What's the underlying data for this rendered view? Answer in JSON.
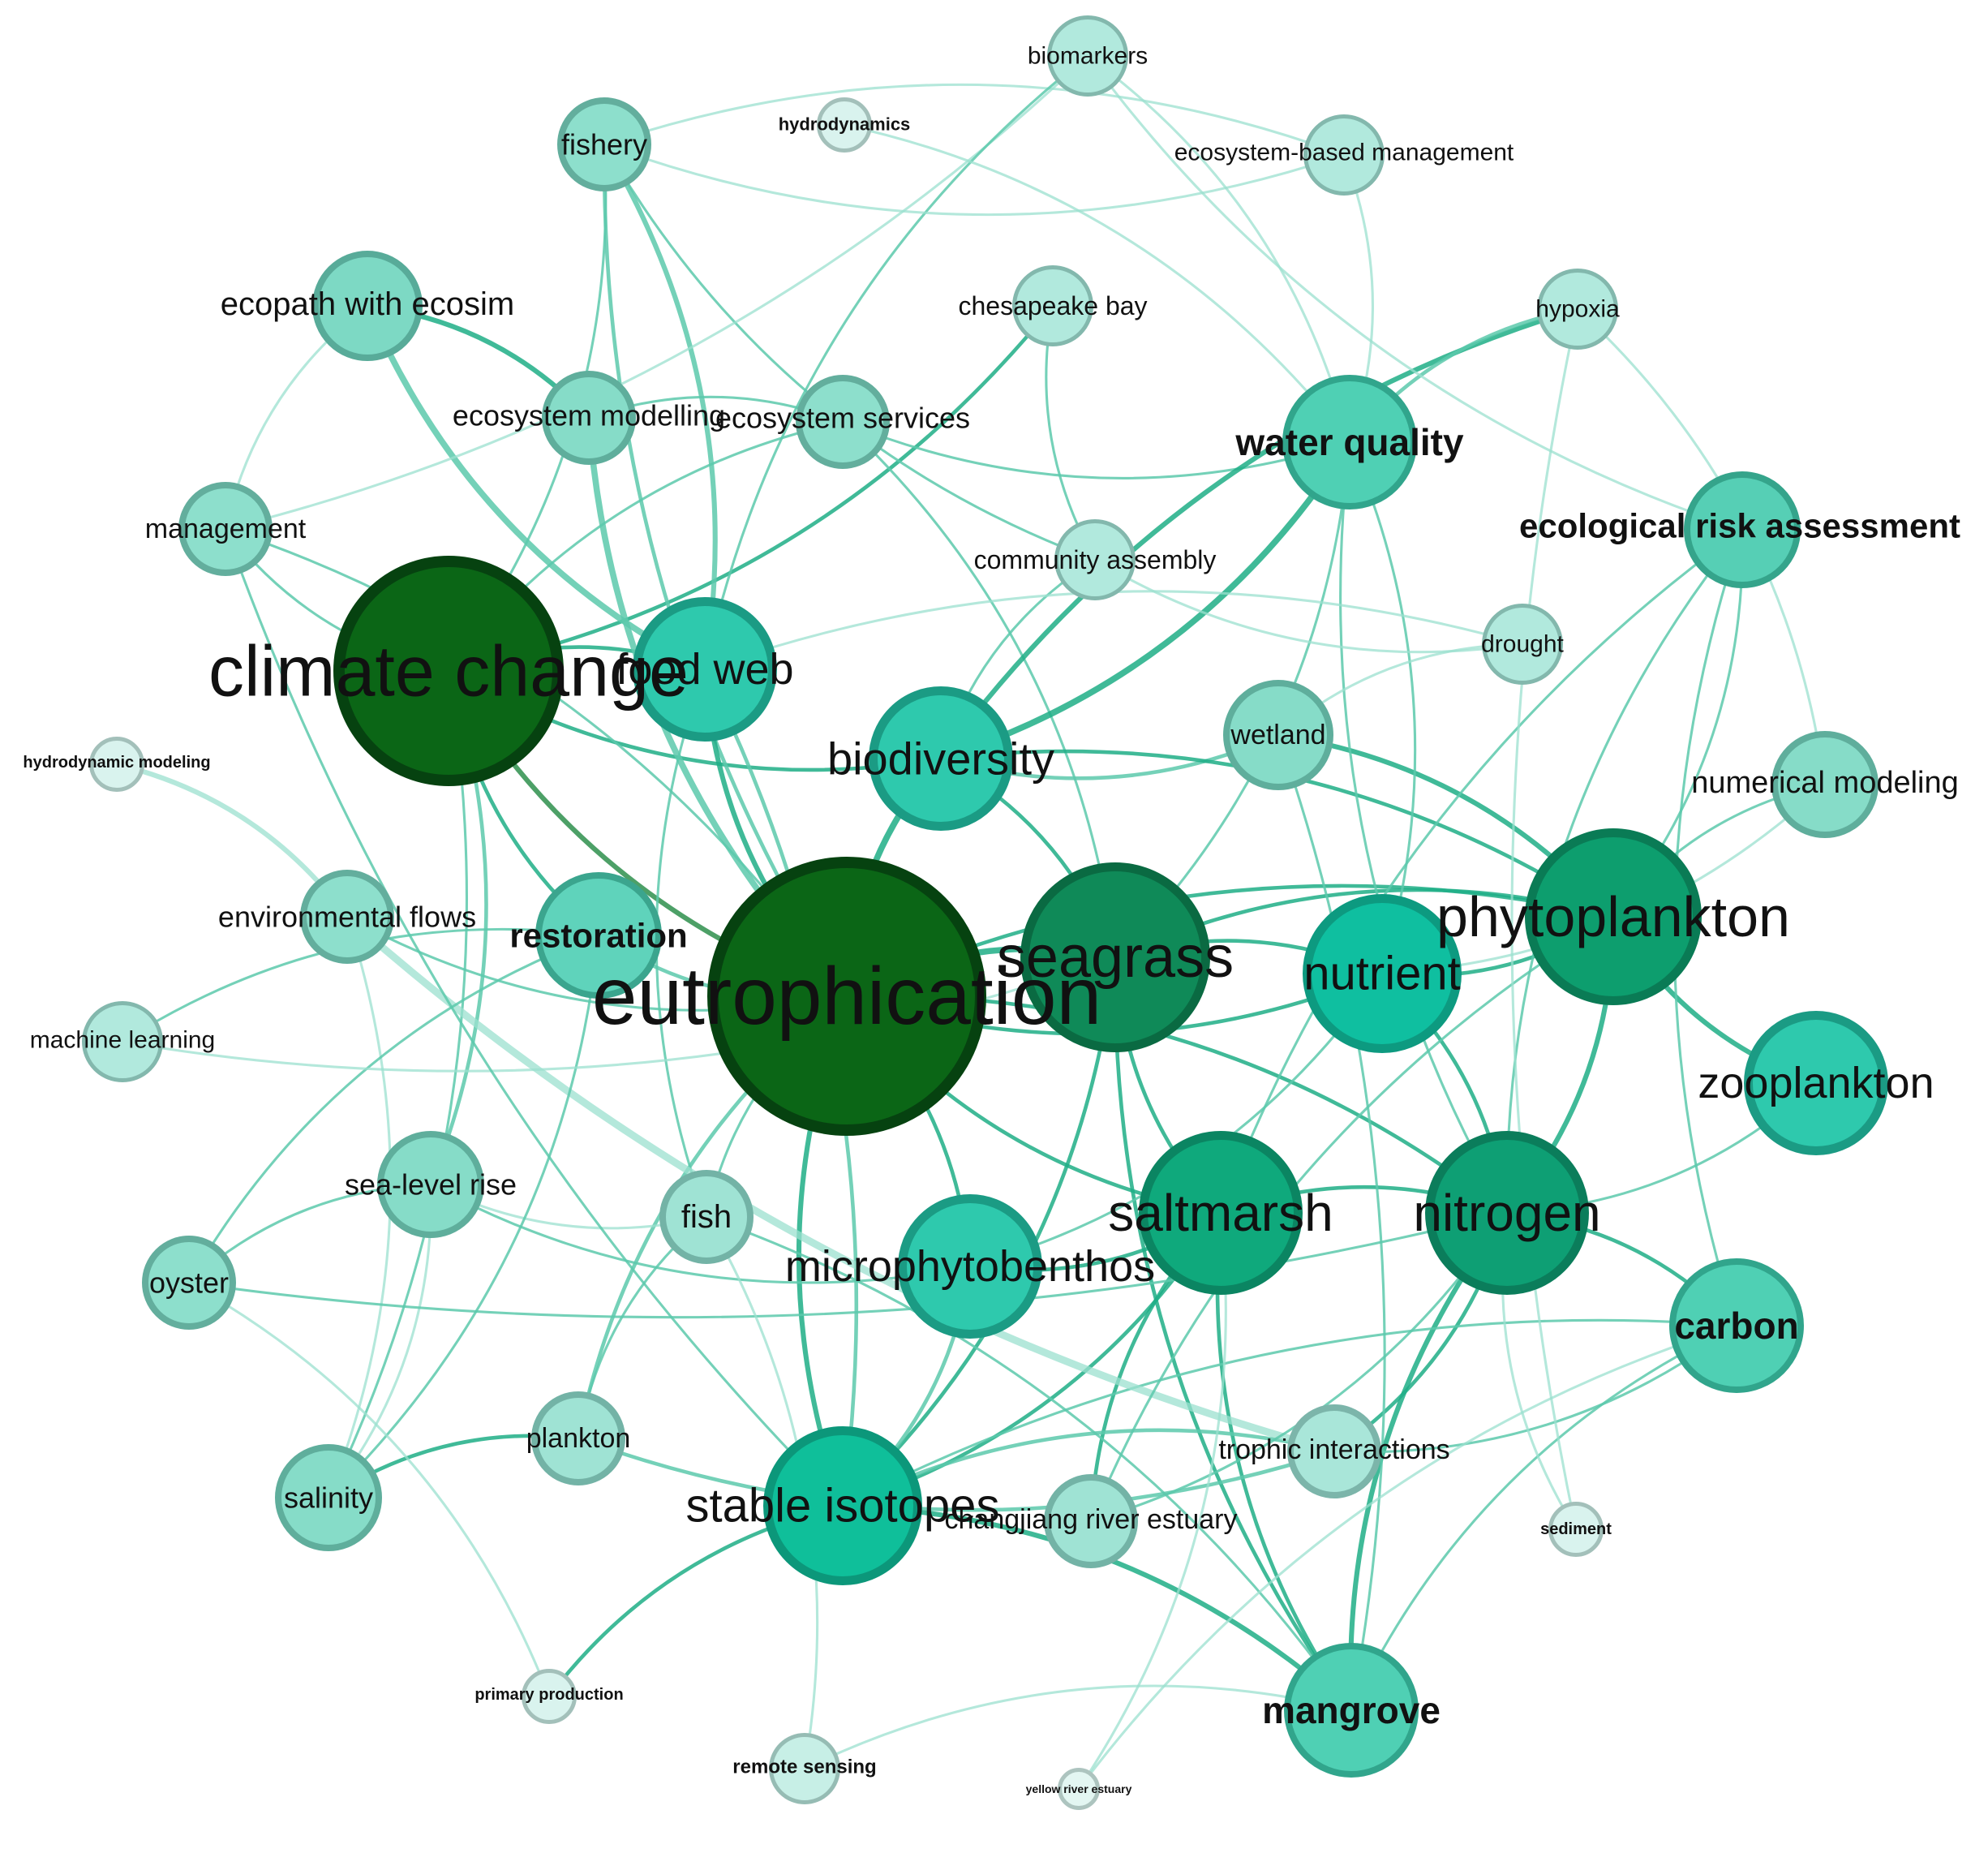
{
  "colors": {
    "edge_light": "#9be0cf",
    "edge_mid": "#5cc9ab",
    "edge_dark": "#1fae86",
    "edge_forest": "#2e8f4c"
  },
  "nodes": [
    {
      "id": "climate_change",
      "label": "climate change",
      "tier": 5,
      "fill": "#0b6616",
      "stroke": "#064210",
      "bold": false
    },
    {
      "id": "eutrophication",
      "label": "eutrophication",
      "tier": 5,
      "fill": "#0b6616",
      "stroke": "#064210",
      "bold": false
    },
    {
      "id": "seagrass",
      "label": "seagrass",
      "tier": 4,
      "fill": "#0f8a58",
      "stroke": "#0a6a42",
      "bold": false
    },
    {
      "id": "phytoplankton",
      "label": "phytoplankton",
      "tier": 4,
      "fill": "#0d9e6e",
      "stroke": "#0a7b55",
      "bold": false
    },
    {
      "id": "nitrogen",
      "label": "nitrogen",
      "tier": 4,
      "fill": "#0e9f74",
      "stroke": "#0b7d5b",
      "bold": false
    },
    {
      "id": "saltmarsh",
      "label": "saltmarsh",
      "tier": 4,
      "fill": "#0fa97c",
      "stroke": "#0b8562",
      "bold": false
    },
    {
      "id": "nutrient",
      "label": "nutrient",
      "tier": 3,
      "fill": "#0fbfa0",
      "stroke": "#0d9a80",
      "bold": false
    },
    {
      "id": "stable_isotopes",
      "label": "stable isotopes",
      "tier": 3,
      "fill": "#0fbf9a",
      "stroke": "#0c977a",
      "bold": false
    },
    {
      "id": "biodiversity",
      "label": "biodiversity",
      "tier": 3,
      "fill": "#2ec9ad",
      "stroke": "#1b9b84",
      "bold": false
    },
    {
      "id": "food_web",
      "label": "food web",
      "tier": 3,
      "fill": "#2ec9ad",
      "stroke": "#1b9b84",
      "bold": false
    },
    {
      "id": "microphytobenthos",
      "label": "microphytobenthos",
      "tier": 3,
      "fill": "#2ec9ad",
      "stroke": "#1b9b84",
      "bold": false
    },
    {
      "id": "zooplankton",
      "label": "zooplankton",
      "tier": 3,
      "fill": "#2ec9ad",
      "stroke": "#1b9b84",
      "bold": false
    },
    {
      "id": "water_quality",
      "label": "water quality",
      "tier": 2,
      "fill": "#4fd0b4",
      "stroke": "#31a58c",
      "bold": true
    },
    {
      "id": "ecological_risk_assessment",
      "label": "ecological risk assessment",
      "tier": 2,
      "fill": "#56cfb5",
      "stroke": "#35a48b",
      "bold": true
    },
    {
      "id": "restoration",
      "label": "restoration",
      "tier": 2,
      "fill": "#5fd3bb",
      "stroke": "#3ba58e",
      "bold": true
    },
    {
      "id": "carbon",
      "label": "carbon",
      "tier": 2,
      "fill": "#4fd0b4",
      "stroke": "#31a58c",
      "bold": true
    },
    {
      "id": "mangrove",
      "label": "mangrove",
      "tier": 2,
      "fill": "#4fd0b4",
      "stroke": "#31a58c",
      "bold": true
    },
    {
      "id": "ecopath",
      "label": "ecopath with ecosim",
      "tier": 1,
      "fill": "#7dd9c4",
      "stroke": "#58ab99",
      "bold": false
    },
    {
      "id": "ecosystem_modelling",
      "label": "ecosystem modelling",
      "tier": 1,
      "fill": "#86dcc8",
      "stroke": "#5fae9c",
      "bold": false
    },
    {
      "id": "ecosystem_services",
      "label": "ecosystem services",
      "tier": 1,
      "fill": "#8ddfcc",
      "stroke": "#63ae9d",
      "bold": false
    },
    {
      "id": "fishery",
      "label": "fishery",
      "tier": 1,
      "fill": "#8ddfcc",
      "stroke": "#63ae9d",
      "bold": false
    },
    {
      "id": "management",
      "label": "management",
      "tier": 1,
      "fill": "#8ddfcc",
      "stroke": "#63ae9d",
      "bold": false
    },
    {
      "id": "wetland",
      "label": "wetland",
      "tier": 1,
      "fill": "#86dcc8",
      "stroke": "#5fae9c",
      "bold": false
    },
    {
      "id": "numerical_modeling",
      "label": "numerical modeling",
      "tier": 1,
      "fill": "#86dcc8",
      "stroke": "#5fae9c",
      "bold": false
    },
    {
      "id": "environmental_flows",
      "label": "environmental flows",
      "tier": 1,
      "fill": "#8ddfcc",
      "stroke": "#63ae9d",
      "bold": false
    },
    {
      "id": "sea_level_rise",
      "label": "sea-level rise",
      "tier": 1,
      "fill": "#86dcc8",
      "stroke": "#5fae9c",
      "bold": false
    },
    {
      "id": "fish",
      "label": "fish",
      "tier": 1,
      "fill": "#9fe3d4",
      "stroke": "#73b3a6",
      "bold": false
    },
    {
      "id": "oyster",
      "label": "oyster",
      "tier": 1,
      "fill": "#8ddfcc",
      "stroke": "#63ae9d",
      "bold": false
    },
    {
      "id": "salinity",
      "label": "salinity",
      "tier": 1,
      "fill": "#86dcc8",
      "stroke": "#5fae9c",
      "bold": false
    },
    {
      "id": "plankton",
      "label": "plankton",
      "tier": 1,
      "fill": "#9fe3d4",
      "stroke": "#73b3a6",
      "bold": false
    },
    {
      "id": "changjiang",
      "label": "changjiang river estuary",
      "tier": 1,
      "fill": "#9fe3d4",
      "stroke": "#73b3a6",
      "bold": false
    },
    {
      "id": "trophic_interactions",
      "label": "trophic interactions",
      "tier": 1,
      "fill": "#a9e6d9",
      "stroke": "#7cb5aa",
      "bold": false
    },
    {
      "id": "community_assembly",
      "label": "community assembly",
      "tier": 0,
      "fill": "#b1e9dd",
      "stroke": "#83b8ad",
      "bold": false
    },
    {
      "id": "chesapeake_bay",
      "label": "chesapeake bay",
      "tier": 0,
      "fill": "#b1e9dd",
      "stroke": "#83b8ad",
      "bold": false
    },
    {
      "id": "biomarkers",
      "label": "biomarkers",
      "tier": 0,
      "fill": "#b1e9dd",
      "stroke": "#83b8ad",
      "bold": false
    },
    {
      "id": "ecosystem_based_management",
      "label": "ecosystem-based management",
      "tier": 0,
      "fill": "#b1e9dd",
      "stroke": "#83b8ad",
      "bold": false
    },
    {
      "id": "hypoxia",
      "label": "hypoxia",
      "tier": 0,
      "fill": "#b1e9dd",
      "stroke": "#83b8ad",
      "bold": false
    },
    {
      "id": "drought",
      "label": "drought",
      "tier": 0,
      "fill": "#b1e9dd",
      "stroke": "#83b8ad",
      "bold": false
    },
    {
      "id": "machine_learning",
      "label": "machine learning",
      "tier": 0,
      "fill": "#b1e9dd",
      "stroke": "#83b8ad",
      "bold": false
    },
    {
      "id": "remote_sensing",
      "label": "remote sensing",
      "tier": 0,
      "fill": "#c7efe6",
      "stroke": "#96bcb4",
      "bold": true
    },
    {
      "id": "hydrodynamics",
      "label": "hydrodynamics",
      "tier": -1,
      "fill": "#d9f3ee",
      "stroke": "#a3c0ba",
      "bold": true
    },
    {
      "id": "hydrodynamic_modeling",
      "label": "hydrodynamic modeling",
      "tier": -1,
      "fill": "#d9f3ee",
      "stroke": "#a3c0ba",
      "bold": true
    },
    {
      "id": "primary_production",
      "label": "primary production",
      "tier": -1,
      "fill": "#d9f3ee",
      "stroke": "#a3c0ba",
      "bold": true
    },
    {
      "id": "sediment",
      "label": "sediment",
      "tier": -1,
      "fill": "#d9f3ee",
      "stroke": "#a3c0ba",
      "bold": true
    },
    {
      "id": "yellow_river_estuary",
      "label": "yellow river estuary",
      "tier": -2,
      "fill": "#e3f6f2",
      "stroke": "#adc4bf",
      "bold": true
    }
  ],
  "edges": [
    {
      "s": "climate_change",
      "t": "eutrophication",
      "w": 3,
      "c": "edge_forest"
    },
    {
      "s": "climate_change",
      "t": "food_web",
      "w": 2,
      "c": "edge_dark"
    },
    {
      "s": "climate_change",
      "t": "biodiversity",
      "w": 2,
      "c": "edge_dark"
    },
    {
      "s": "climate_change",
      "t": "management",
      "w": 1,
      "c": "edge_mid"
    },
    {
      "s": "climate_change",
      "t": "restoration",
      "w": 2,
      "c": "edge_dark"
    },
    {
      "s": "climate_change",
      "t": "sea_level_rise",
      "w": 2,
      "c": "edge_mid"
    },
    {
      "s": "climate_change",
      "t": "fishery",
      "w": 1,
      "c": "edge_mid"
    },
    {
      "s": "climate_change",
      "t": "ecosystem_services",
      "w": 1,
      "c": "edge_mid"
    },
    {
      "s": "climate_change",
      "t": "chesapeake_bay",
      "w": 2,
      "c": "edge_dark"
    },
    {
      "s": "climate_change",
      "t": "salinity",
      "w": 1,
      "c": "edge_mid"
    },
    {
      "s": "ecopath",
      "t": "food_web",
      "w": 4,
      "c": "edge_mid"
    },
    {
      "s": "ecopath",
      "t": "ecosystem_modelling",
      "w": 3,
      "c": "edge_dark"
    },
    {
      "s": "ecopath",
      "t": "management",
      "w": 1,
      "c": "edge_light"
    },
    {
      "s": "fishery",
      "t": "food_web",
      "w": 3,
      "c": "edge_mid"
    },
    {
      "s": "fishery",
      "t": "eutrophication",
      "w": 2,
      "c": "edge_mid"
    },
    {
      "s": "fishery",
      "t": "ecosystem_based_management",
      "w": 1,
      "c": "edge_light"
    },
    {
      "s": "ecosystem_modelling",
      "t": "eutrophication",
      "w": 4,
      "c": "edge_mid"
    },
    {
      "s": "ecosystem_modelling",
      "t": "ecosystem_services",
      "w": 1,
      "c": "edge_mid"
    },
    {
      "s": "ecosystem_services",
      "t": "water_quality",
      "w": 1,
      "c": "edge_mid"
    },
    {
      "s": "ecosystem_services",
      "t": "seagrass",
      "w": 1,
      "c": "edge_mid"
    },
    {
      "s": "biodiversity",
      "t": "water_quality",
      "w": 4,
      "c": "edge_dark"
    },
    {
      "s": "biodiversity",
      "t": "hypoxia",
      "w": 3,
      "c": "edge_dark"
    },
    {
      "s": "biodiversity",
      "t": "eutrophication",
      "w": 4,
      "c": "edge_dark"
    },
    {
      "s": "biodiversity",
      "t": "seagrass",
      "w": 2,
      "c": "edge_dark"
    },
    {
      "s": "biodiversity",
      "t": "wetland",
      "w": 2,
      "c": "edge_mid"
    },
    {
      "s": "biodiversity",
      "t": "phytoplankton",
      "w": 2,
      "c": "edge_dark"
    },
    {
      "s": "food_web",
      "t": "eutrophication",
      "w": 3,
      "c": "edge_dark"
    },
    {
      "s": "food_web",
      "t": "stable_isotopes",
      "w": 2,
      "c": "edge_mid"
    },
    {
      "s": "food_web",
      "t": "fish",
      "w": 1,
      "c": "edge_mid"
    },
    {
      "s": "eutrophication",
      "t": "seagrass",
      "w": 4,
      "c": "edge_dark"
    },
    {
      "s": "eutrophication",
      "t": "nutrient",
      "w": 2,
      "c": "edge_dark"
    },
    {
      "s": "eutrophication",
      "t": "phytoplankton",
      "w": 2,
      "c": "edge_dark"
    },
    {
      "s": "eutrophication",
      "t": "stable_isotopes",
      "w": 3,
      "c": "edge_dark"
    },
    {
      "s": "eutrophication",
      "t": "microphytobenthos",
      "w": 2,
      "c": "edge_dark"
    },
    {
      "s": "eutrophication",
      "t": "saltmarsh",
      "w": 2,
      "c": "edge_dark"
    },
    {
      "s": "eutrophication",
      "t": "nitrogen",
      "w": 2,
      "c": "edge_dark"
    },
    {
      "s": "eutrophication",
      "t": "plankton",
      "w": 2,
      "c": "edge_mid"
    },
    {
      "s": "eutrophication",
      "t": "restoration",
      "w": 2,
      "c": "edge_mid"
    },
    {
      "s": "eutrophication",
      "t": "fish",
      "w": 1,
      "c": "edge_mid"
    },
    {
      "s": "seagrass",
      "t": "nutrient",
      "w": 2,
      "c": "edge_dark"
    },
    {
      "s": "seagrass",
      "t": "saltmarsh",
      "w": 2,
      "c": "edge_dark"
    },
    {
      "s": "seagrass",
      "t": "phytoplankton",
      "w": 2,
      "c": "edge_dark"
    },
    {
      "s": "seagrass",
      "t": "mangrove",
      "w": 2,
      "c": "edge_dark"
    },
    {
      "s": "seagrass",
      "t": "stable_isotopes",
      "w": 2,
      "c": "edge_dark"
    },
    {
      "s": "nutrient",
      "t": "phytoplankton",
      "w": 2,
      "c": "edge_dark"
    },
    {
      "s": "nutrient",
      "t": "nitrogen",
      "w": 2,
      "c": "edge_dark"
    },
    {
      "s": "phytoplankton",
      "t": "zooplankton",
      "w": 3,
      "c": "edge_dark"
    },
    {
      "s": "phytoplankton",
      "t": "nitrogen",
      "w": 3,
      "c": "edge_dark"
    },
    {
      "s": "phytoplankton",
      "t": "wetland",
      "w": 3,
      "c": "edge_dark"
    },
    {
      "s": "phytoplankton",
      "t": "numerical_modeling",
      "w": 1,
      "c": "edge_mid"
    },
    {
      "s": "nitrogen",
      "t": "saltmarsh",
      "w": 2,
      "c": "edge_dark"
    },
    {
      "s": "nitrogen",
      "t": "carbon",
      "w": 2,
      "c": "edge_dark"
    },
    {
      "s": "nitrogen",
      "t": "mangrove",
      "w": 3,
      "c": "edge_dark"
    },
    {
      "s": "nitrogen",
      "t": "trophic_interactions",
      "w": 2,
      "c": "edge_dark"
    },
    {
      "s": "nitrogen",
      "t": "zooplankton",
      "w": 1,
      "c": "edge_mid"
    },
    {
      "s": "saltmarsh",
      "t": "stable_isotopes",
      "w": 2,
      "c": "edge_dark"
    },
    {
      "s": "saltmarsh",
      "t": "mangrove",
      "w": 2,
      "c": "edge_dark"
    },
    {
      "s": "saltmarsh",
      "t": "microphytobenthos",
      "w": 2,
      "c": "edge_dark"
    },
    {
      "s": "saltmarsh",
      "t": "changjiang",
      "w": 2,
      "c": "edge_dark"
    },
    {
      "s": "stable_isotopes",
      "t": "mangrove",
      "w": 3,
      "c": "edge_dark"
    },
    {
      "s": "stable_isotopes",
      "t": "primary_production",
      "w": 2,
      "c": "edge_dark"
    },
    {
      "s": "stable_isotopes",
      "t": "trophic_interactions",
      "w": 2,
      "c": "edge_mid"
    },
    {
      "s": "stable_isotopes",
      "t": "microphytobenthos",
      "w": 2,
      "c": "edge_mid"
    },
    {
      "s": "stable_isotopes",
      "t": "carbon",
      "w": 1,
      "c": "edge_mid"
    },
    {
      "s": "microphytobenthos",
      "t": "nutrient",
      "w": 1,
      "c": "edge_mid"
    },
    {
      "s": "microphytobenthos",
      "t": "sea_level_rise",
      "w": 1,
      "c": "edge_mid"
    },
    {
      "s": "environmental_flows",
      "t": "trophic_interactions",
      "w": 5,
      "c": "edge_light"
    },
    {
      "s": "hydrodynamic_modeling",
      "t": "environmental_flows",
      "w": 3,
      "c": "edge_light"
    },
    {
      "s": "environmental_flows",
      "t": "eutrophication",
      "w": 1,
      "c": "edge_mid"
    },
    {
      "s": "environmental_flows",
      "t": "salinity",
      "w": 1,
      "c": "edge_light"
    },
    {
      "s": "sea_level_rise",
      "t": "oyster",
      "w": 1,
      "c": "edge_mid"
    },
    {
      "s": "sea_level_rise",
      "t": "salinity",
      "w": 1,
      "c": "edge_light"
    },
    {
      "s": "sea_level_rise",
      "t": "fish",
      "w": 1,
      "c": "edge_light"
    },
    {
      "s": "salinity",
      "t": "plankton",
      "w": 2,
      "c": "edge_dark"
    },
    {
      "s": "salinity",
      "t": "restoration",
      "w": 1,
      "c": "edge_mid"
    },
    {
      "s": "oyster",
      "t": "restoration",
      "w": 1,
      "c": "edge_mid"
    },
    {
      "s": "oyster",
      "t": "nitrogen",
      "w": 1,
      "c": "edge_mid"
    },
    {
      "s": "machine_learning",
      "t": "restoration",
      "w": 1,
      "c": "edge_mid"
    },
    {
      "s": "machine_learning",
      "t": "seagrass",
      "w": 1,
      "c": "edge_light"
    },
    {
      "s": "plankton",
      "t": "fish",
      "w": 1,
      "c": "edge_mid"
    },
    {
      "s": "plankton",
      "t": "trophic_interactions",
      "w": 2,
      "c": "edge_mid"
    },
    {
      "s": "fish",
      "t": "mangrove",
      "w": 1,
      "c": "edge_mid"
    },
    {
      "s": "changjiang",
      "t": "nitrogen",
      "w": 1,
      "c": "edge_mid"
    },
    {
      "s": "changjiang",
      "t": "phytoplankton",
      "w": 1,
      "c": "edge_mid"
    },
    {
      "s": "trophic_interactions",
      "t": "carbon",
      "w": 1,
      "c": "edge_mid"
    },
    {
      "s": "mangrove",
      "t": "carbon",
      "w": 1,
      "c": "edge_mid"
    },
    {
      "s": "mangrove",
      "t": "wetland",
      "w": 1,
      "c": "edge_mid"
    },
    {
      "s": "carbon",
      "t": "ecological_risk_assessment",
      "w": 1,
      "c": "edge_mid"
    },
    {
      "s": "ecological_risk_assessment",
      "t": "nitrogen",
      "w": 1,
      "c": "edge_mid"
    },
    {
      "s": "ecological_risk_assessment",
      "t": "phytoplankton",
      "w": 1,
      "c": "edge_mid"
    },
    {
      "s": "ecological_risk_assessment",
      "t": "saltmarsh",
      "w": 1,
      "c": "edge_mid"
    },
    {
      "s": "water_quality",
      "t": "seagrass",
      "w": 1,
      "c": "edge_mid"
    },
    {
      "s": "water_quality",
      "t": "nitrogen",
      "w": 1,
      "c": "edge_mid"
    },
    {
      "s": "water_quality",
      "t": "hypoxia",
      "w": 2,
      "c": "edge_mid"
    },
    {
      "s": "water_quality",
      "t": "ecosystem_based_management",
      "w": 1,
      "c": "edge_light"
    },
    {
      "s": "water_quality",
      "t": "nutrient",
      "w": 1,
      "c": "edge_mid"
    },
    {
      "s": "community_assembly",
      "t": "drought",
      "w": 1,
      "c": "edge_light"
    },
    {
      "s": "community_assembly",
      "t": "fishery",
      "w": 1,
      "c": "edge_mid"
    },
    {
      "s": "community_assembly",
      "t": "biodiversity",
      "w": 1,
      "c": "edge_mid"
    },
    {
      "s": "wetland",
      "t": "drought",
      "w": 1,
      "c": "edge_light"
    },
    {
      "s": "drought",
      "t": "food_web",
      "w": 1,
      "c": "edge_light"
    },
    {
      "s": "numerical_modeling",
      "t": "nutrient",
      "w": 1,
      "c": "edge_light"
    },
    {
      "s": "numerical_modeling",
      "t": "hypoxia",
      "w": 1,
      "c": "edge_light"
    },
    {
      "s": "biomarkers",
      "t": "management",
      "w": 1,
      "c": "edge_light"
    },
    {
      "s": "biomarkers",
      "t": "food_web",
      "w": 1,
      "c": "edge_mid"
    },
    {
      "s": "biomarkers",
      "t": "water_quality",
      "w": 1,
      "c": "edge_light"
    },
    {
      "s": "biomarkers",
      "t": "ecological_risk_assessment",
      "w": 1,
      "c": "edge_light"
    },
    {
      "s": "hydrodynamics",
      "t": "water_quality",
      "w": 1,
      "c": "edge_light"
    },
    {
      "s": "chesapeake_bay",
      "t": "community_assembly",
      "w": 1,
      "c": "edge_mid"
    },
    {
      "s": "ecosystem_based_management",
      "t": "fishery",
      "w": 1,
      "c": "edge_light"
    },
    {
      "s": "hypoxia",
      "t": "sediment",
      "w": 1,
      "c": "edge_light"
    },
    {
      "s": "sediment",
      "t": "nitrogen",
      "w": 1,
      "c": "edge_light"
    },
    {
      "s": "remote_sensing",
      "t": "fish",
      "w": 1,
      "c": "edge_light"
    },
    {
      "s": "remote_sensing",
      "t": "mangrove",
      "w": 1,
      "c": "edge_light"
    },
    {
      "s": "yellow_river_estuary",
      "t": "saltmarsh",
      "w": 1,
      "c": "edge_light"
    },
    {
      "s": "yellow_river_estuary",
      "t": "carbon",
      "w": 1,
      "c": "edge_light"
    },
    {
      "s": "primary_production",
      "t": "oyster",
      "w": 1,
      "c": "edge_light"
    },
    {
      "s": "management",
      "t": "eutrophication",
      "w": 1,
      "c": "edge_mid"
    },
    {
      "s": "management",
      "t": "stable_isotopes",
      "w": 1,
      "c": "edge_mid"
    }
  ]
}
